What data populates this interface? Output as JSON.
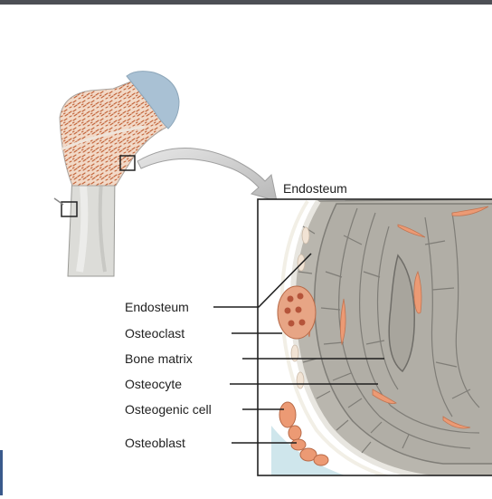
{
  "figure": {
    "top_label": "Endosteum",
    "left_labels": [
      "Endosteum",
      "Osteoclast",
      "Bone matrix",
      "Osteocyte",
      "Osteogenic cell",
      "Osteoblast"
    ]
  },
  "colors": {
    "bone_shaft": "#dfdfdb",
    "spongy_bone": "#f0d4c0",
    "trabeculae": "#c0663c",
    "cartilage_cap": "#a9c1d4",
    "bone_matrix": "#b4b1a9",
    "cell_pink": "#ec9a74",
    "marrow_blue": "#cfe6ec"
  }
}
